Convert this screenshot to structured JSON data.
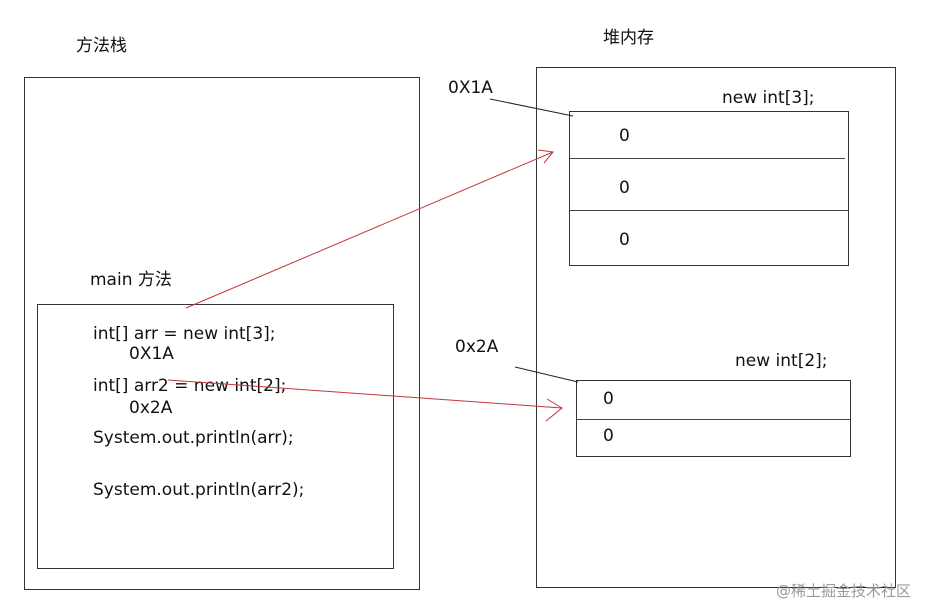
{
  "stack": {
    "title": "方法栈",
    "main_label": "main 方法",
    "code_lines": [
      "int[] arr = new int[3];",
      "0X1A",
      "int[] arr2 = new int[2];",
      "0x2A",
      "System.out.println(arr);",
      "System.out.println(arr2);"
    ]
  },
  "heap": {
    "title": "堆内存",
    "array1": {
      "address": "0X1A",
      "label": "new int[3];",
      "cells": [
        "0",
        "0",
        "0"
      ]
    },
    "array2": {
      "address": "0x2A",
      "label": "new int[2];",
      "cells": [
        "0",
        "0"
      ]
    }
  },
  "colors": {
    "border": "#333333",
    "arrow": "#c0393b"
  },
  "watermark": "@稀土掘金技术社区"
}
